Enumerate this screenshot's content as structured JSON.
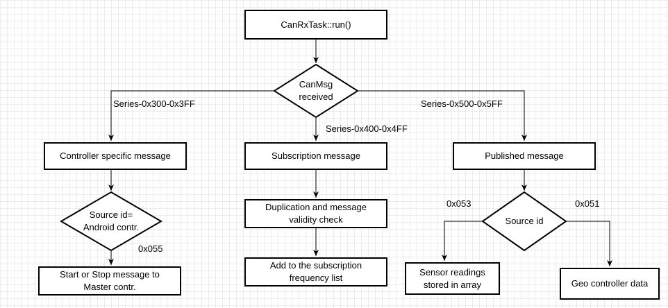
{
  "diagram": {
    "nodes": {
      "run": "CanRxTask::run()",
      "received": "CanMsg\nreceived",
      "controller": "Controller specific message",
      "subscription": "Subscription message",
      "published": "Published message",
      "source_android": "Source id=\nAndroid contr.",
      "dup_check": "Duplication and message\nvalidity check",
      "source_id": "Source id",
      "start_stop": "Start or Stop message to\nMaster contr.",
      "add_sub": "Add to the subscription\nfrequency list",
      "sensor": "Sensor readings\nstored in array",
      "geo": "Geo controller data"
    },
    "edge_labels": {
      "series_300": "Series-0x300-0x3FF",
      "series_400": "Series-0x400-0x4FF",
      "series_500": "Series-0x500-0x5FF",
      "id_055": "0x055",
      "id_053": "0x053",
      "id_051": "0x051"
    }
  }
}
